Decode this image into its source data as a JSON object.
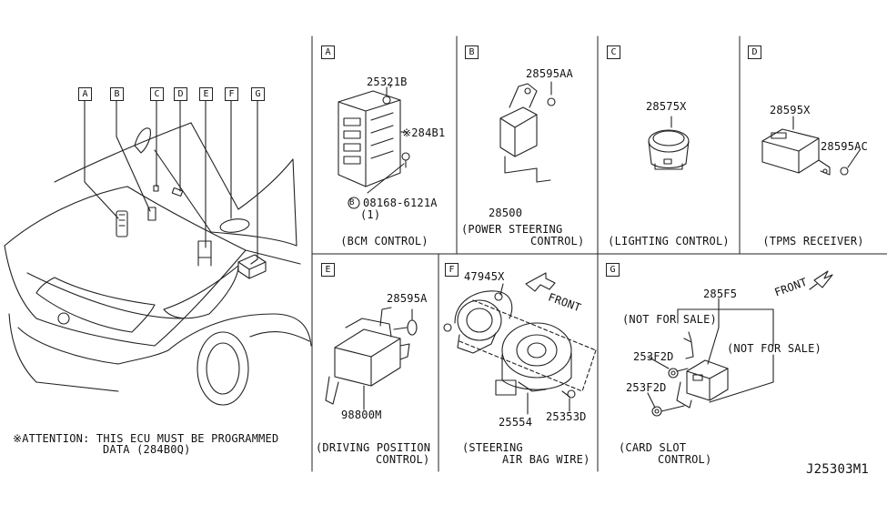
{
  "car_callouts": [
    "A",
    "B",
    "C",
    "D",
    "E",
    "F",
    "G"
  ],
  "attention": {
    "line1": "※ATTENTION: THIS ECU MUST BE PROGRAMMED",
    "line2": "DATA (284B0Q)"
  },
  "diagram_id": "J25303M1",
  "panels": {
    "A": {
      "letter": "A",
      "parts": [
        "25321B",
        "※284B1",
        "08168-6121A",
        "(1)"
      ],
      "bolt_mark": "B",
      "caption": [
        "(BCM CONTROL)"
      ]
    },
    "B": {
      "letter": "B",
      "parts": [
        "28595AA",
        "28500"
      ],
      "caption": [
        "(POWER STEERING",
        "CONTROL)"
      ]
    },
    "C": {
      "letter": "C",
      "parts": [
        "28575X"
      ],
      "caption": [
        "(LIGHTING CONTROL)"
      ]
    },
    "D": {
      "letter": "D",
      "parts": [
        "28595X",
        "28595AC"
      ],
      "caption": [
        "(TPMS RECEIVER)"
      ]
    },
    "E": {
      "letter": "E",
      "parts": [
        "28595A",
        "98800M"
      ],
      "caption": [
        "(DRIVING POSITION",
        "CONTROL)"
      ]
    },
    "F": {
      "letter": "F",
      "parts": [
        "47945X",
        "25554",
        "25353D"
      ],
      "front": "FRONT",
      "caption": [
        "(STEERING",
        "AIR BAG WIRE)"
      ]
    },
    "G": {
      "letter": "G",
      "parts": [
        "285F5",
        "253F2D",
        "253F2D"
      ],
      "notes": [
        "(NOT FOR SALE)",
        "(NOT FOR SALE)"
      ],
      "front": "FRONT",
      "caption": [
        "(CARD SLOT",
        "CONTROL)"
      ]
    }
  }
}
